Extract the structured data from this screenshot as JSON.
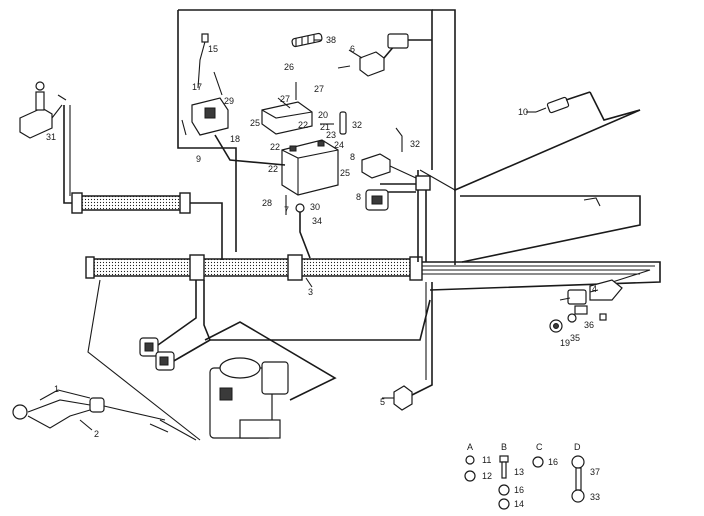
{
  "callouts": [
    {
      "id": "c1",
      "text": "1"
    },
    {
      "id": "c2",
      "text": "2"
    },
    {
      "id": "c3",
      "text": "3"
    },
    {
      "id": "c4",
      "text": "4"
    },
    {
      "id": "c5",
      "text": "5"
    },
    {
      "id": "c6",
      "text": "6"
    },
    {
      "id": "c7",
      "text": "7"
    },
    {
      "id": "c8",
      "text": "8"
    },
    {
      "id": "c8b",
      "text": "8"
    },
    {
      "id": "c9",
      "text": "9"
    },
    {
      "id": "c10",
      "text": "10"
    },
    {
      "id": "c11",
      "text": "11"
    },
    {
      "id": "c12",
      "text": "12"
    },
    {
      "id": "c13",
      "text": "13"
    },
    {
      "id": "c14",
      "text": "14"
    },
    {
      "id": "c15",
      "text": "15"
    },
    {
      "id": "c16",
      "text": "16"
    },
    {
      "id": "c16b",
      "text": "16"
    },
    {
      "id": "c17",
      "text": "17"
    },
    {
      "id": "c18",
      "text": "18"
    },
    {
      "id": "c19",
      "text": "19"
    },
    {
      "id": "c20",
      "text": "20"
    },
    {
      "id": "c21",
      "text": "21"
    },
    {
      "id": "c22a",
      "text": "22"
    },
    {
      "id": "c22b",
      "text": "22"
    },
    {
      "id": "c22c",
      "text": "22"
    },
    {
      "id": "c23",
      "text": "23"
    },
    {
      "id": "c24",
      "text": "24"
    },
    {
      "id": "c25",
      "text": "25"
    },
    {
      "id": "c25b",
      "text": "25"
    },
    {
      "id": "c26",
      "text": "26"
    },
    {
      "id": "c27",
      "text": "27"
    },
    {
      "id": "c27b",
      "text": "27"
    },
    {
      "id": "c28",
      "text": "28"
    },
    {
      "id": "c29",
      "text": "29"
    },
    {
      "id": "c30",
      "text": "30"
    },
    {
      "id": "c31",
      "text": "31"
    },
    {
      "id": "c32",
      "text": "32"
    },
    {
      "id": "c32b",
      "text": "32"
    },
    {
      "id": "c33",
      "text": "33"
    },
    {
      "id": "c34",
      "text": "34"
    },
    {
      "id": "c35",
      "text": "35"
    },
    {
      "id": "c36",
      "text": "36"
    },
    {
      "id": "c37",
      "text": "37"
    },
    {
      "id": "c38",
      "text": "38"
    }
  ],
  "hardware_groups": [
    {
      "id": "gA",
      "letter": "A"
    },
    {
      "id": "gB",
      "letter": "B"
    },
    {
      "id": "gC",
      "letter": "C"
    },
    {
      "id": "gD",
      "letter": "D"
    }
  ]
}
